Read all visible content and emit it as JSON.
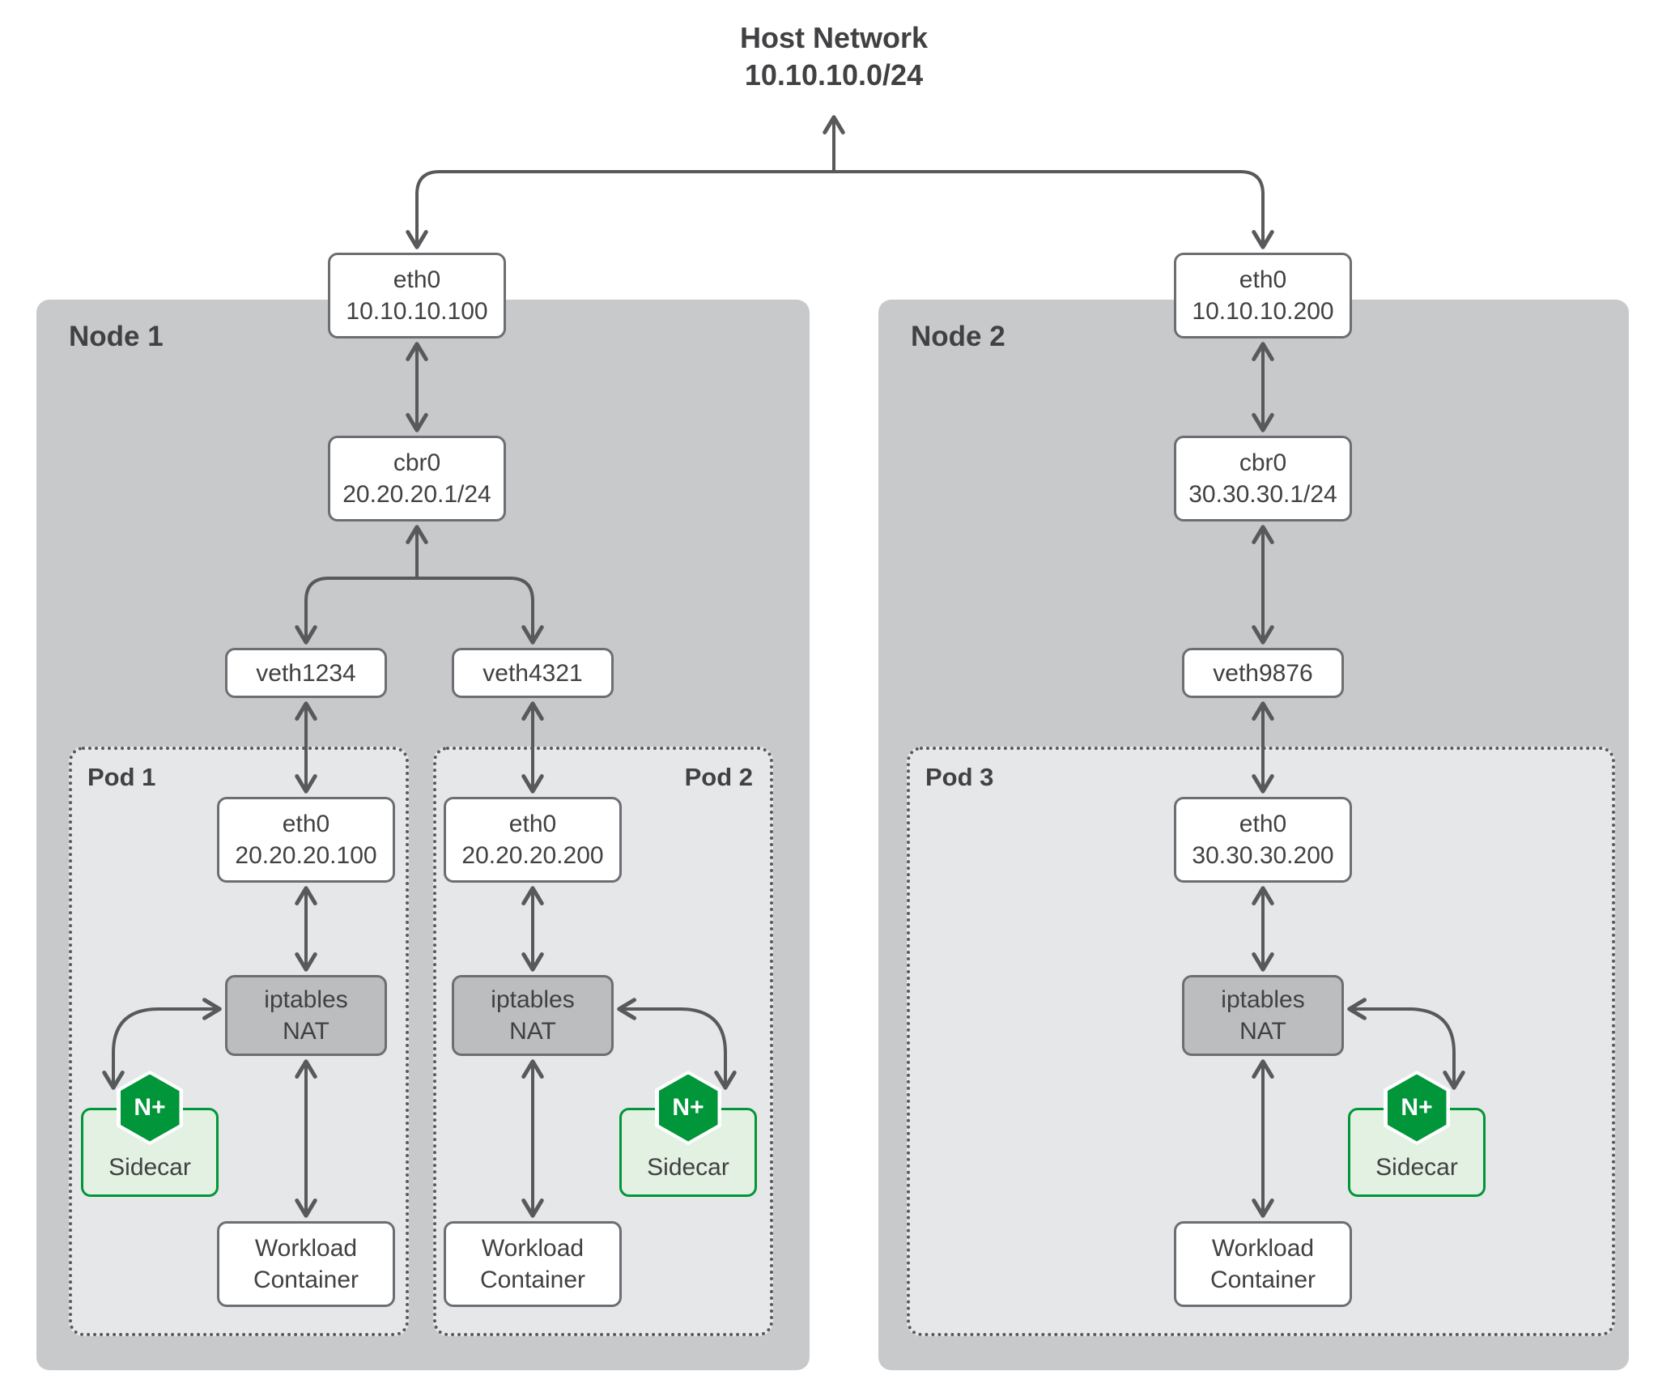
{
  "host_network": {
    "name": "Host Network",
    "cidr": "10.10.10.0/24"
  },
  "node1": {
    "label": "Node 1",
    "eth0": {
      "name": "eth0",
      "ip": "10.10.10.100"
    },
    "bridge": {
      "name": "cbr0",
      "cidr": "20.20.20.1/24"
    },
    "veth1234": {
      "name": "veth1234"
    },
    "veth4321": {
      "name": "veth4321"
    },
    "pod1": {
      "label": "Pod 1",
      "eth0": {
        "name": "eth0",
        "ip": "20.20.20.100"
      },
      "nat": {
        "line1": "iptables",
        "line2": "NAT"
      },
      "sidecar": {
        "label": "Sidecar",
        "badge": "N+"
      },
      "workload": {
        "line1": "Workload",
        "line2": "Container"
      }
    },
    "pod2": {
      "label": "Pod 2",
      "eth0": {
        "name": "eth0",
        "ip": "20.20.20.200"
      },
      "nat": {
        "line1": "iptables",
        "line2": "NAT"
      },
      "sidecar": {
        "label": "Sidecar",
        "badge": "N+"
      },
      "workload": {
        "line1": "Workload",
        "line2": "Container"
      }
    }
  },
  "node2": {
    "label": "Node 2",
    "eth0": {
      "name": "eth0",
      "ip": "10.10.10.200"
    },
    "bridge": {
      "name": "cbr0",
      "cidr": "30.30.30.1/24"
    },
    "veth9876": {
      "name": "veth9876"
    },
    "pod3": {
      "label": "Pod 3",
      "eth0": {
        "name": "eth0",
        "ip": "30.30.30.200"
      },
      "nat": {
        "line1": "iptables",
        "line2": "NAT"
      },
      "sidecar": {
        "label": "Sidecar",
        "badge": "N+"
      },
      "workload": {
        "line1": "Workload",
        "line2": "Container"
      }
    }
  },
  "colors": {
    "text": "#414042",
    "arrow": "#58595b",
    "box_border": "#6d6e71",
    "node_bg": "#c8c9cb",
    "pod_bg": "#e6e7e8",
    "nat_bg": "#bbbdbf",
    "sidecar_bg": "#e3f1e3",
    "nginx_green": "#009639",
    "canvas_bg": "#ffffff"
  }
}
